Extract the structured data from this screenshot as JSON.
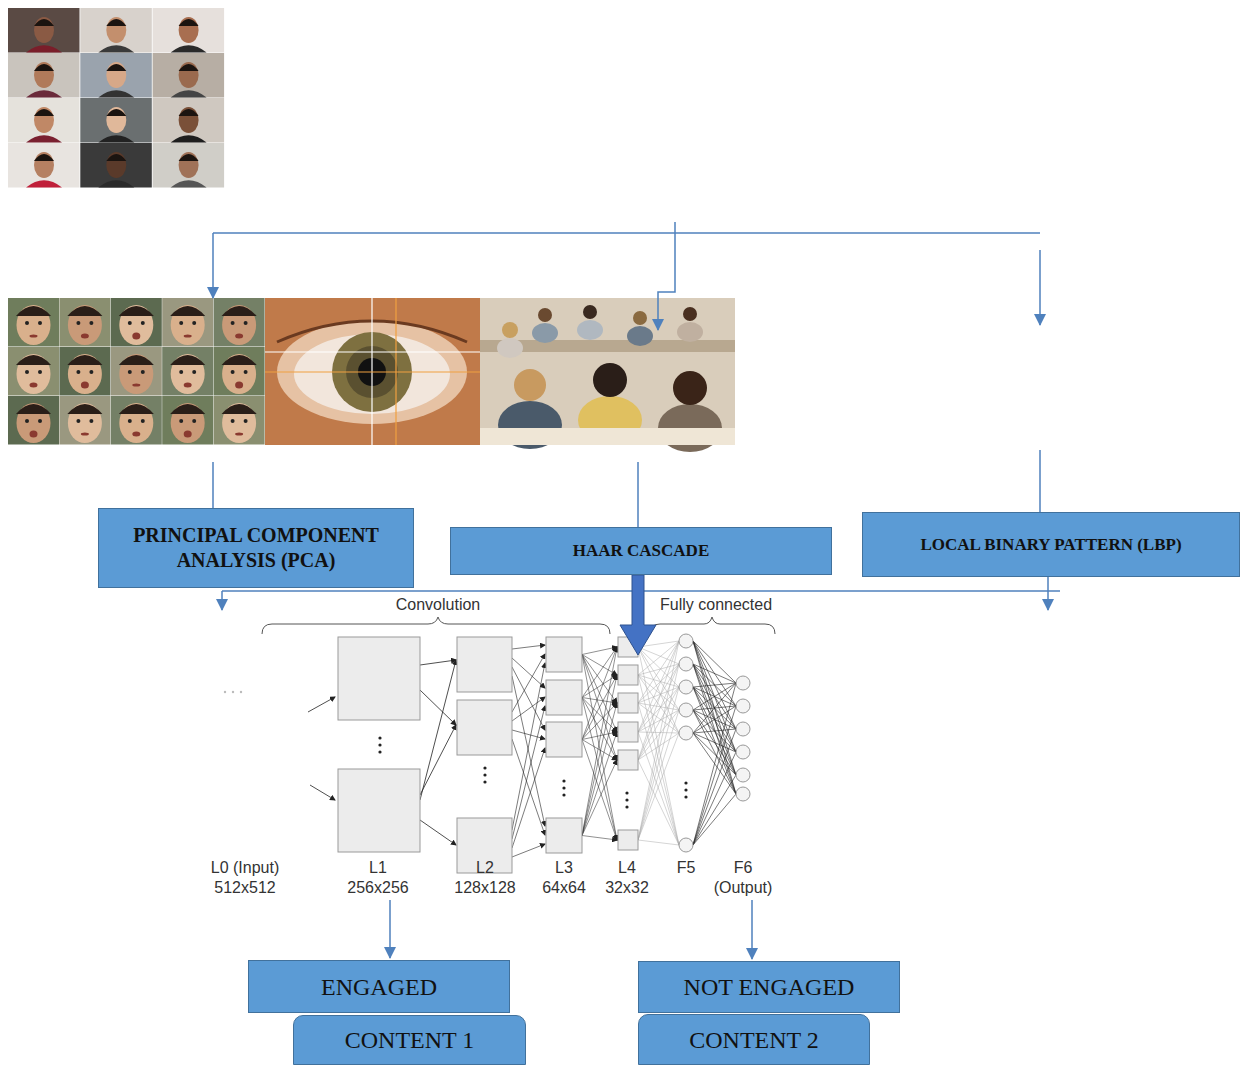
{
  "diagram": {
    "nodes": [
      {
        "text": [
          "PRINCIPAL COMPONENT ANALYSIS (PCA)"
        ]
      },
      {
        "text": [
          "HAAR CASCADE"
        ]
      },
      {
        "text": [
          "LOCAL BINARY PATTERN (LBP)"
        ]
      },
      {
        "text": [
          "ENGAGED"
        ]
      },
      {
        "text": [
          "CONTENT 1"
        ]
      },
      {
        "text": [
          "NOT ENGAGED"
        ]
      },
      {
        "text": [
          "CONTENT 2"
        ]
      }
    ],
    "labels": [
      "Convolution",
      "Fully connected",
      "L0 (Input)",
      "512x512",
      "L1",
      "256x256",
      "L2",
      "128x128",
      "L3",
      "64x64",
      "L4",
      "32x32",
      "F5",
      "F6",
      "(Output)"
    ]
  }
}
